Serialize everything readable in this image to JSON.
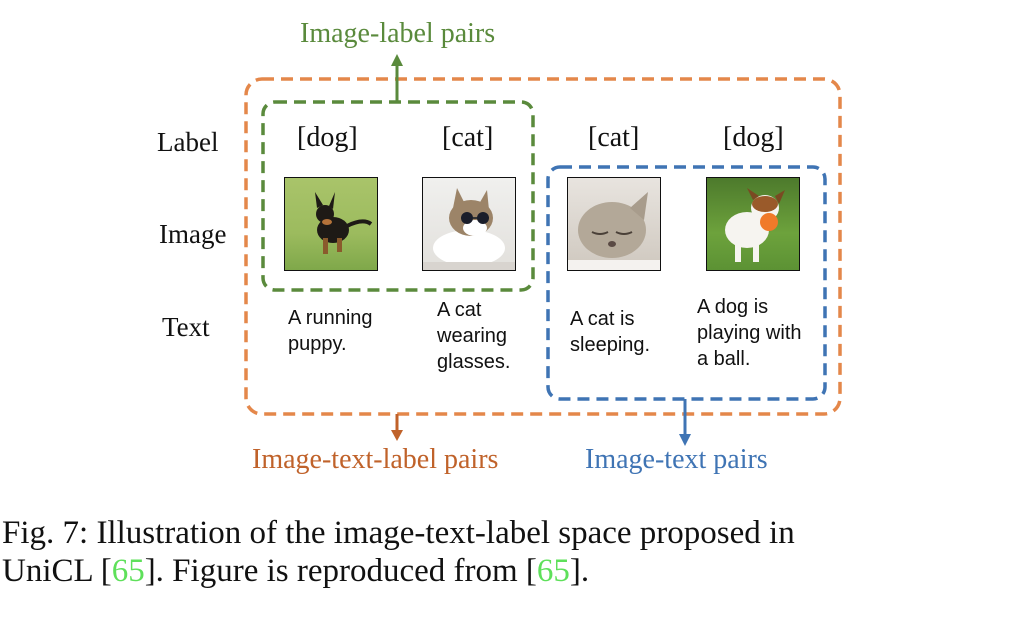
{
  "figure": {
    "group_titles": {
      "image_label": "Image-label pairs",
      "image_text_label": "Image-text-label pairs",
      "image_text": "Image-text pairs"
    },
    "colors": {
      "image_label": "#5a8a3c",
      "image_text_label": "#e4874a",
      "image_text_label_title": "#c0622a",
      "image_text": "#3f74b4"
    },
    "row_labels": [
      "Label",
      "Image",
      "Text"
    ],
    "samples": [
      {
        "label": "[dog]",
        "image": "running-dog-photo",
        "text_lines": [
          "A running",
          "puppy."
        ]
      },
      {
        "label": "[cat]",
        "image": "cat-with-glasses-photo",
        "text_lines": [
          "A cat",
          "wearing",
          "glasses."
        ]
      },
      {
        "label": "[cat]",
        "image": "sleeping-kitten-photo",
        "text_lines": [
          "A cat is",
          "sleeping."
        ]
      },
      {
        "label": "[dog]",
        "image": "dog-with-ball-photo",
        "text_lines": [
          "A dog is",
          "playing with",
          "a ball."
        ]
      }
    ]
  },
  "caption": {
    "line1": "Fig. 7: Illustration of the image-text-label space proposed in",
    "line2_pre": "UniCL [",
    "cite1": "65",
    "line2_mid": "]. Figure is reproduced from [",
    "cite2": "65",
    "line2_post": "]."
  }
}
